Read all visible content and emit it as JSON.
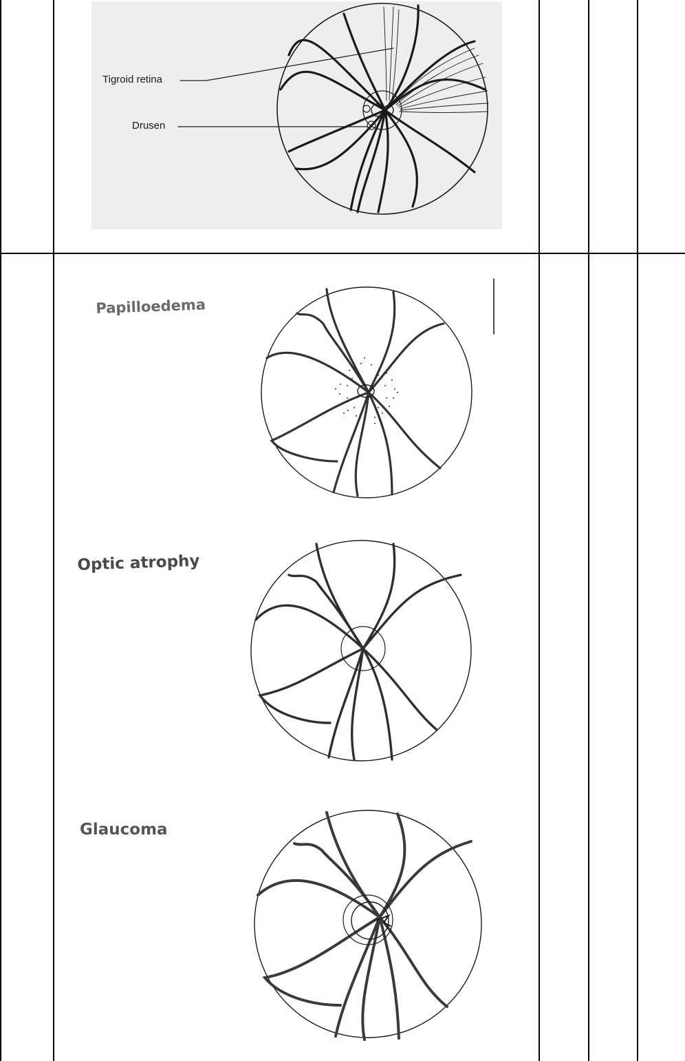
{
  "figure1": {
    "label_tigroid": "Tigroid retina",
    "label_drusen": "Drusen"
  },
  "figure2": {
    "title": "Papilloedema"
  },
  "figure3": {
    "title": "Optic atrophy"
  },
  "figure4": {
    "title": "Glaucoma"
  },
  "colors": {
    "ink": "#1a1a1a",
    "vessel_gray": "#555555",
    "photo_paper": "#eeeeec"
  }
}
